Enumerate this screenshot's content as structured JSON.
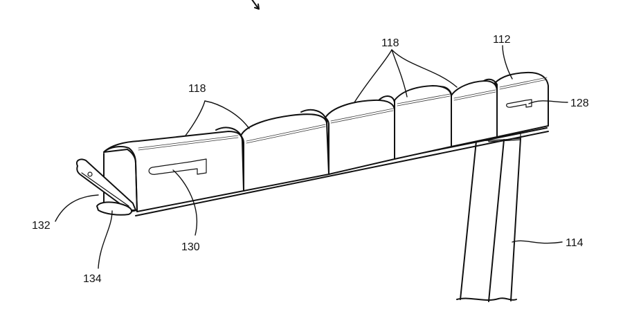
{
  "labels": {
    "ref_112": "112",
    "ref_114": "114",
    "ref_118_left": "118",
    "ref_118_top": "118",
    "ref_128": "128",
    "ref_130": "130",
    "ref_132": "132",
    "ref_134": "134"
  },
  "colors": {
    "line": "#111111",
    "background": "#ffffff"
  }
}
